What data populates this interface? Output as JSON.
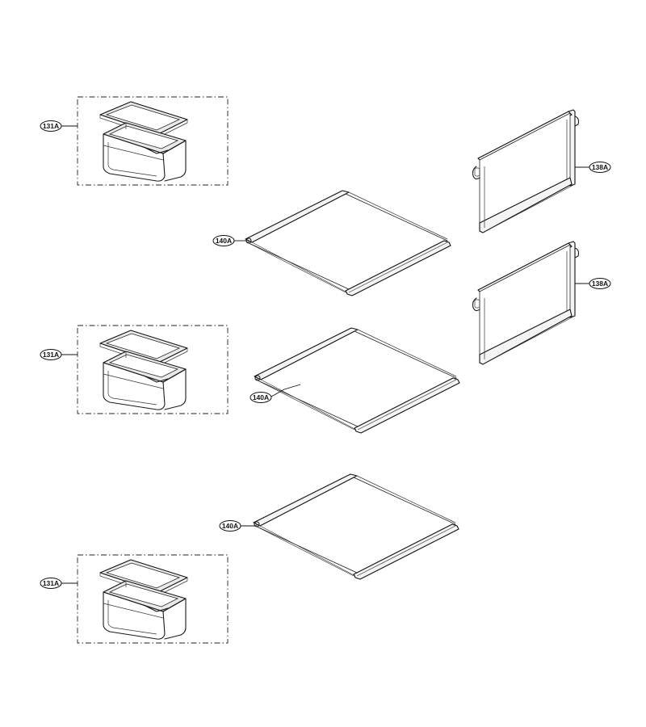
{
  "labels": {
    "crisper_drawer": "131A",
    "glass_shelf": "140A",
    "door_basket": "138A"
  }
}
